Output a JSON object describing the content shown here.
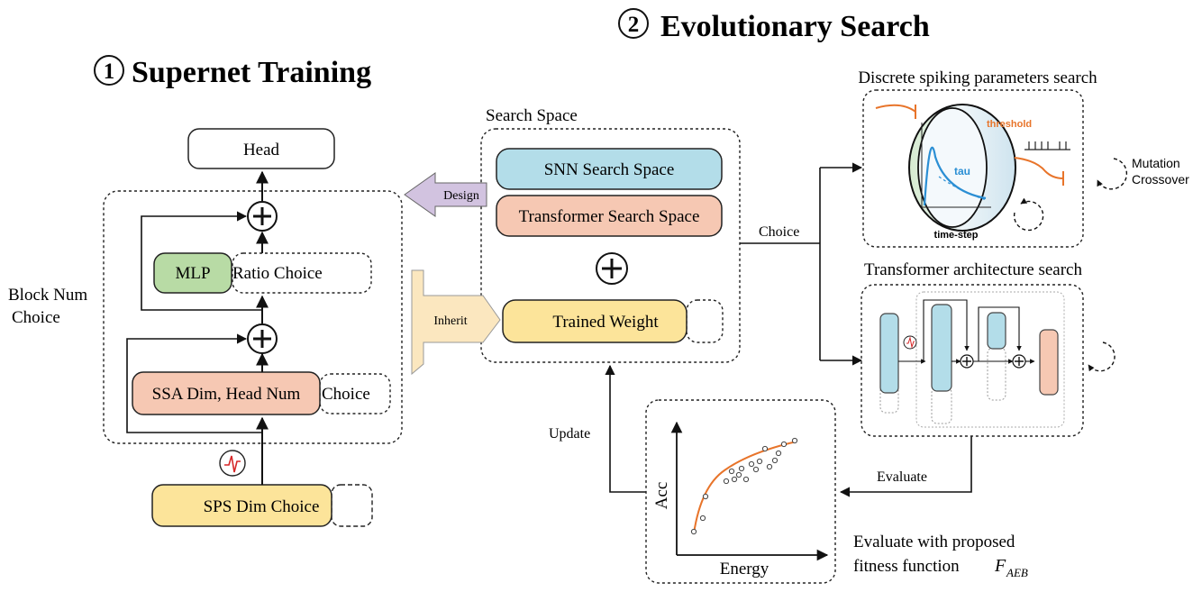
{
  "titles": {
    "supernet": {
      "num": "1",
      "text": "Supernet Training"
    },
    "evolution": {
      "num": "2",
      "text": "Evolutionary Search"
    }
  },
  "supernet": {
    "head": "Head",
    "mlp": "MLP",
    "mlp_choice": "Ratio Choice",
    "ssa": "SSA Dim, Head Num",
    "ssa_choice": "Choice",
    "sps": "SPS Dim Choice",
    "block_num_line1": "Block Num",
    "block_num_line2": "Choice"
  },
  "search_space": {
    "title": "Search Space",
    "snn": "SNN Search Space",
    "transformer": "Transformer Search Space",
    "trained_weight": "Trained Weight",
    "design": "Design",
    "inherit": "Inherit"
  },
  "flow": {
    "choice": "Choice",
    "update": "Update",
    "evaluate": "Evaluate"
  },
  "discrete": {
    "title": "Discrete spiking parameters search",
    "threshold": "threshold",
    "tau": "tau",
    "timestep": "time-step",
    "mutation": "Mutation",
    "crossover": "Crossover"
  },
  "transformer_search": {
    "title": "Transformer architecture search"
  },
  "fitness": {
    "xlabel": "Energy",
    "ylabel": "Acc",
    "caption_line1": "Evaluate with proposed",
    "caption_line2": "fitness function",
    "formula": "F",
    "formula_sub": "AEB"
  },
  "colors": {
    "snn_fill": "#b3dde9",
    "transformer_fill": "#f6c8b3",
    "weight_fill": "#fce49a",
    "mlp_fill": "#b8dba5",
    "design_arrow": "#d2c3e0",
    "inherit_arrow": "#fbe7bf",
    "curve": "#e8742a",
    "tau": "#2b8fd4"
  },
  "chart_data": {
    "type": "scatter",
    "xlabel": "Energy",
    "ylabel": "Acc",
    "note": "schematic accuracy vs. energy trade-off with an orange fitted curve"
  }
}
